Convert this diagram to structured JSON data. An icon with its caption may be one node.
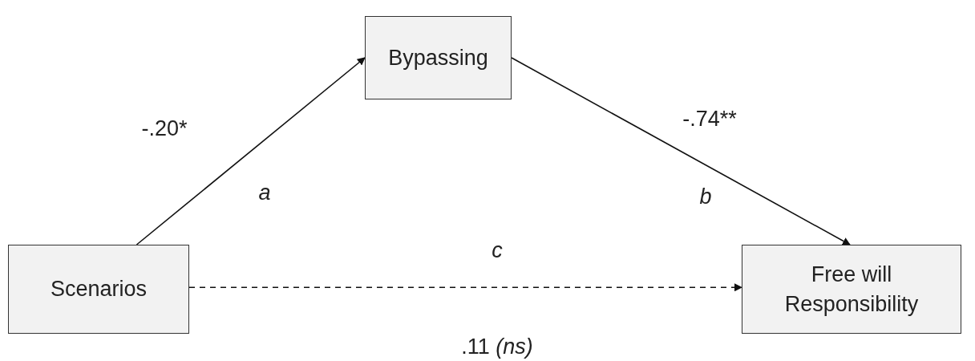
{
  "diagram": {
    "nodes": [
      {
        "text": [
          "Scenarios"
        ]
      },
      {
        "text": [
          "Bypassing"
        ]
      },
      {
        "text": [
          "Free will Responsibility"
        ]
      }
    ],
    "edges": [
      {
        "from": 0,
        "to": 1,
        "arrow": "to",
        "label": "a"
      },
      {
        "from": 1,
        "to": 2,
        "arrow": "to",
        "label": "b"
      },
      {
        "from": 0,
        "to": 2,
        "arrow": "to",
        "label": "c",
        "style": "dashed"
      }
    ],
    "labels": [
      "-.20*",
      "-.74**",
      ".11 *(ns)*"
    ]
  }
}
